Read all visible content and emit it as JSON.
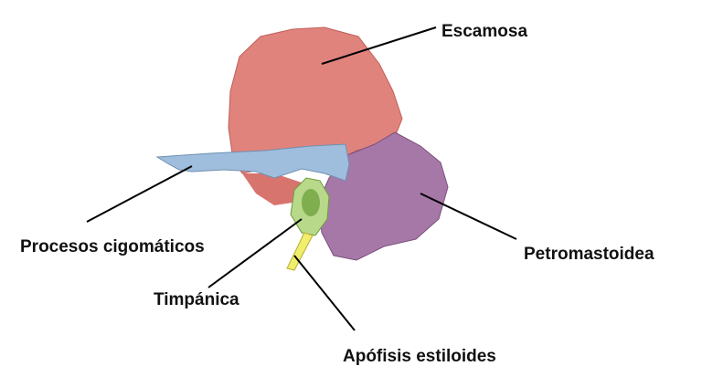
{
  "labels": {
    "squamous": "Escamosa",
    "zygomatic": "Procesos cigomáticos",
    "tympanic": "Timpánica",
    "styloid": "Apófisis estiloides",
    "petromastoid": "Petromastoidea"
  },
  "colors": {
    "squamous": "#e0837d",
    "zygomatic": "#9fbddc",
    "tympanic": "#b8d98a",
    "styloid": "#f0ee6a",
    "petromastoid": "#a678a8"
  }
}
